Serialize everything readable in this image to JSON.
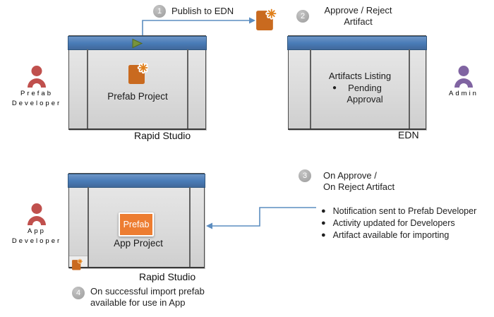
{
  "steps": {
    "s1": {
      "num": "1",
      "label": "Publish to EDN"
    },
    "s2": {
      "num": "2",
      "lines": [
        "Approve / Reject",
        "Artifact"
      ]
    },
    "s3": {
      "num": "3",
      "lines": [
        "On Approve /",
        "On Reject Artifact"
      ]
    },
    "s4": {
      "num": "4",
      "label": "On successful import prefab available for use in App"
    }
  },
  "actors": {
    "prefab_developer": {
      "lines": [
        "Prefab",
        "Developer"
      ]
    },
    "admin": {
      "lines": [
        "Admin"
      ]
    },
    "app_developer": {
      "lines": [
        "App",
        "Developer"
      ]
    }
  },
  "windows": {
    "prefab_studio": {
      "project_label": "Prefab Project",
      "caption": "Rapid Studio"
    },
    "edn": {
      "listing_title": "Artifacts Listing",
      "listing_item": "Pending Approval",
      "caption": "EDN"
    },
    "app_studio": {
      "prefab_button": "Prefab",
      "project_label": "App Project",
      "caption": "Rapid Studio"
    }
  },
  "notes": [
    "Notification sent to Prefab Developer",
    "Activity updated for Developers",
    "Artifact available for importing"
  ],
  "colors": {
    "titlebar_blue": "#4a7cb8",
    "connector_blue": "#5c8dc0",
    "doc_orange": "#c96a1f",
    "star_orange": "#e0801c",
    "button_orange": "#ed7d31",
    "actor_red": "#c0504d",
    "actor_purple": "#8064a2",
    "step_gray": "#a6a6a6",
    "play_green": "#77933c"
  }
}
